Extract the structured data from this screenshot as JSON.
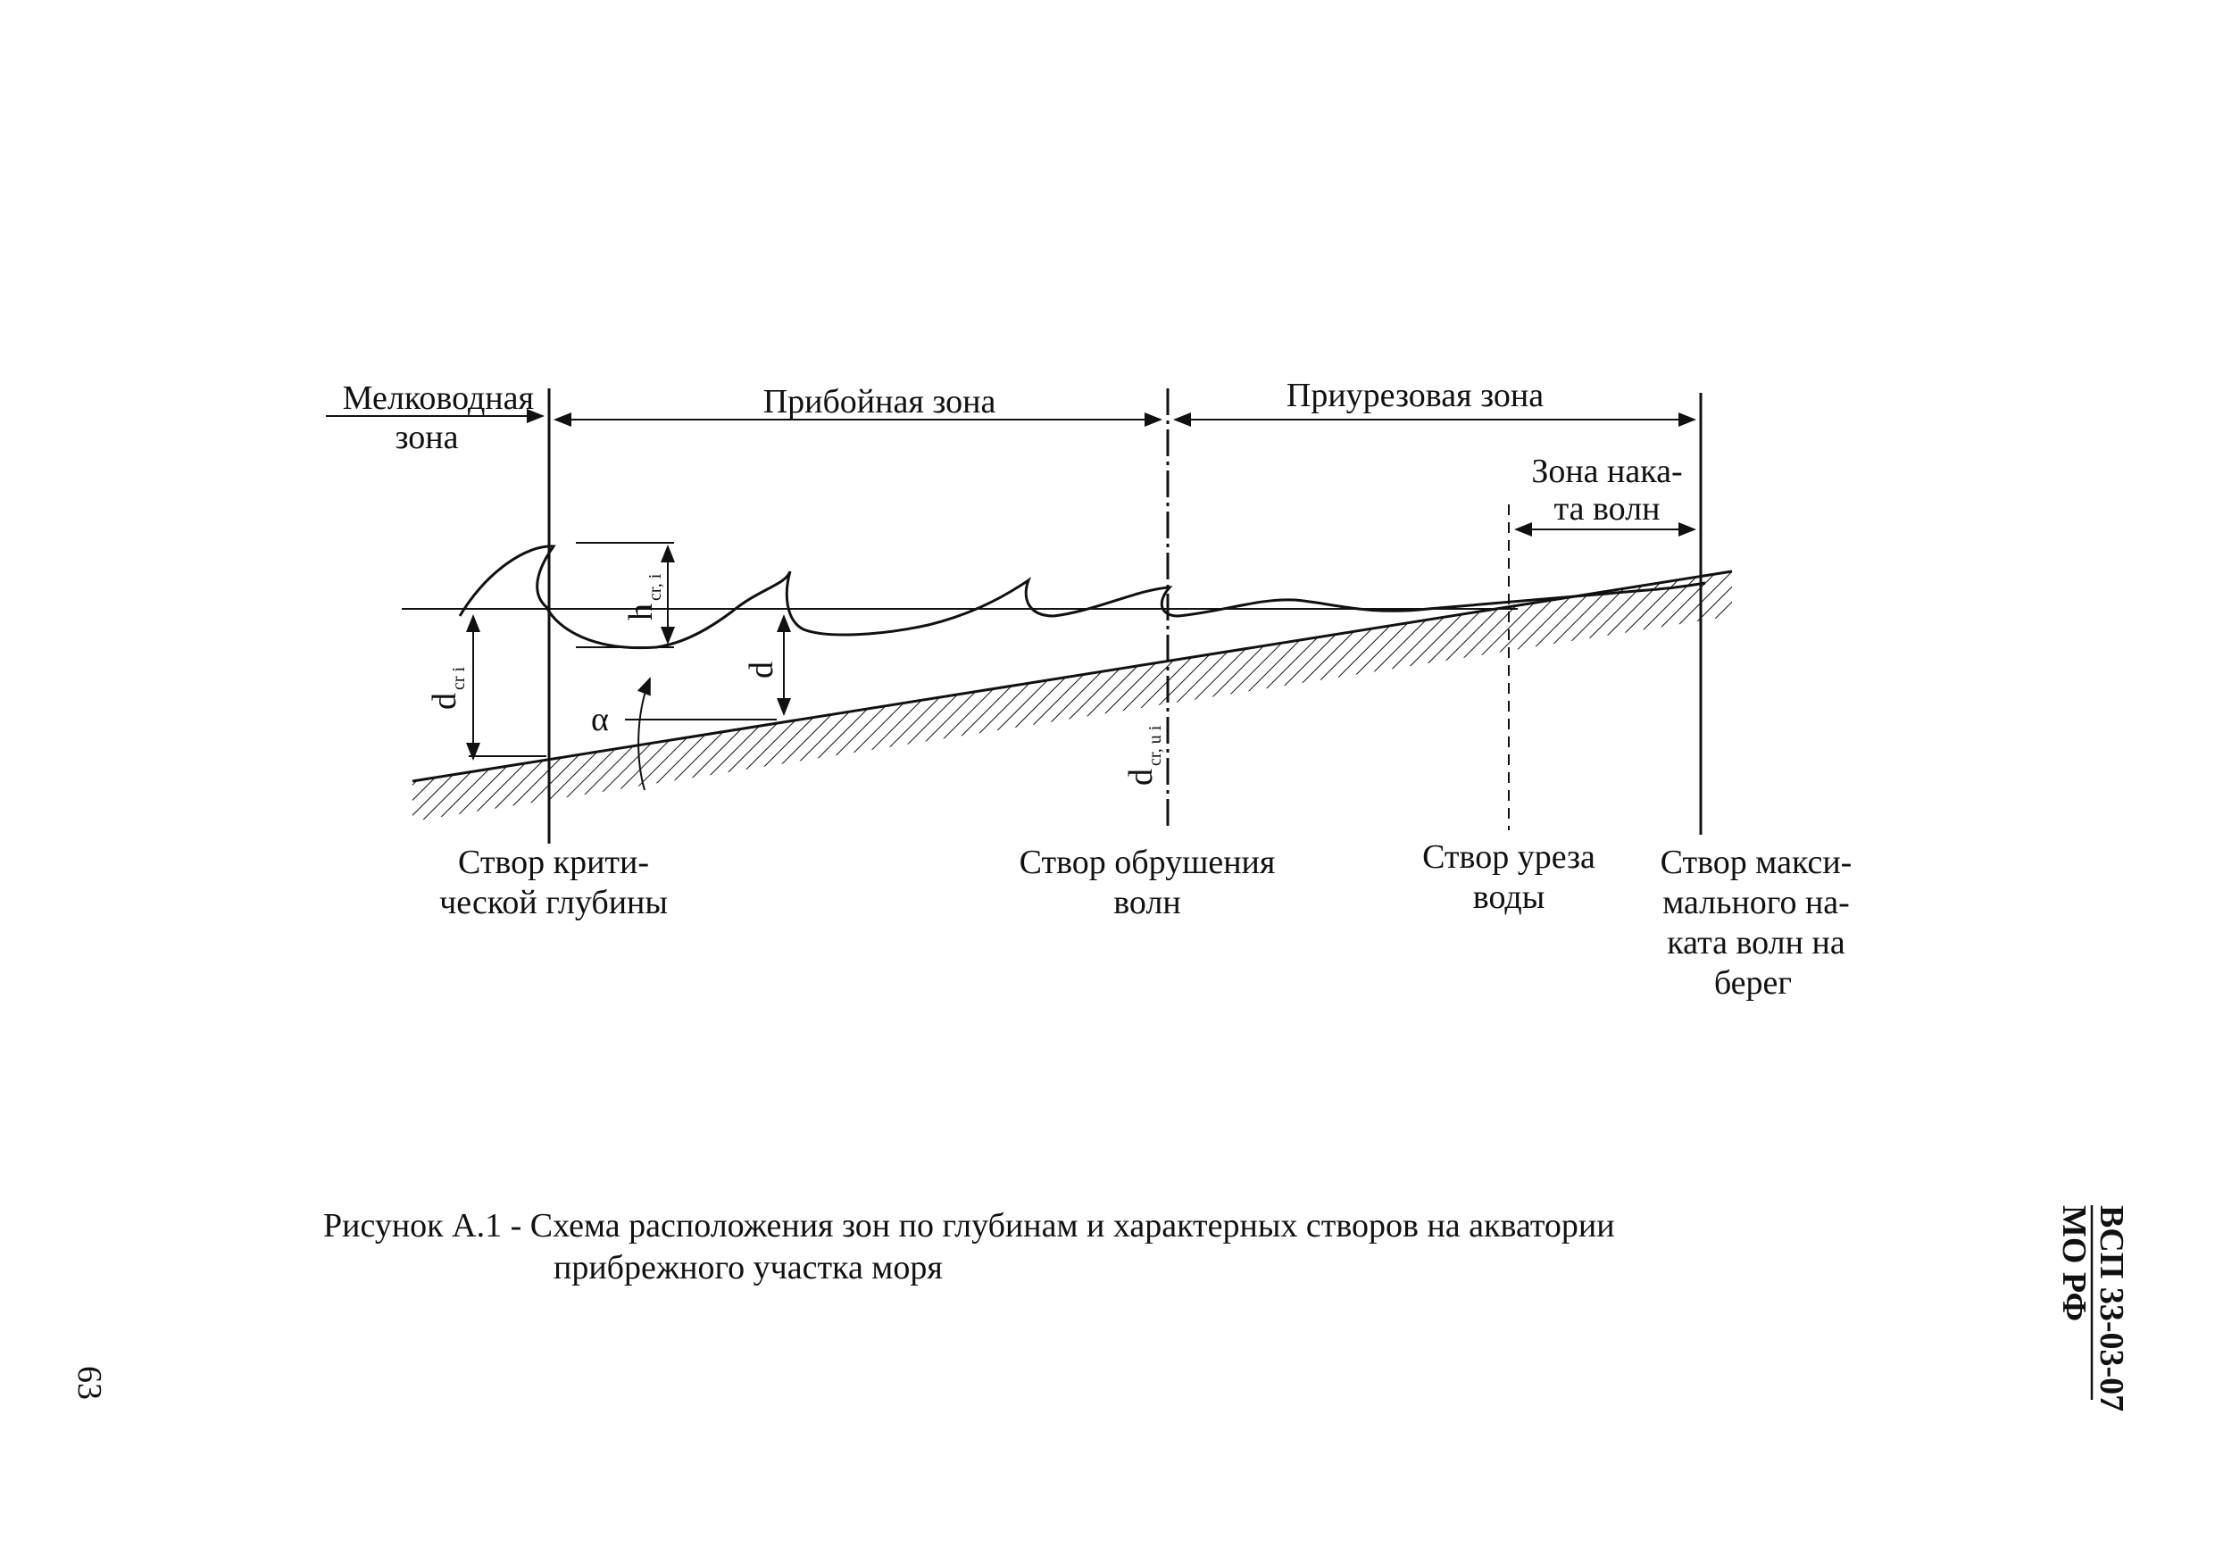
{
  "zones": {
    "shallow": [
      "Мелководная",
      "зона"
    ],
    "surf": "Прибойная зона",
    "nearshore": "Приурезовая зона",
    "runup": [
      "Зона нака-",
      "та волн"
    ]
  },
  "symbols": {
    "d_crit": "d",
    "d_crit_sub": "cr i",
    "h_crit": "h",
    "h_crit_sub": "cr, i",
    "d": "d",
    "alpha": "α",
    "d_break": "d",
    "d_break_sub": "cr, u i"
  },
  "sections": {
    "critical": [
      "Створ крити-",
      "ческой глубины"
    ],
    "breaking": [
      "Створ обрушения",
      "волн"
    ],
    "waterline": [
      "Створ уреза",
      "воды"
    ],
    "max_runup": [
      "Створ макси-",
      "мального на-",
      "ката волн на",
      "берег"
    ]
  },
  "caption": [
    "Рисунок А.1 - Схема расположения зон по глубинам и характерных створов на акватории",
    "прибрежного участка моря"
  ],
  "page_number": "63",
  "document_code": [
    "ВСП 33-03-07",
    "МО РФ"
  ]
}
